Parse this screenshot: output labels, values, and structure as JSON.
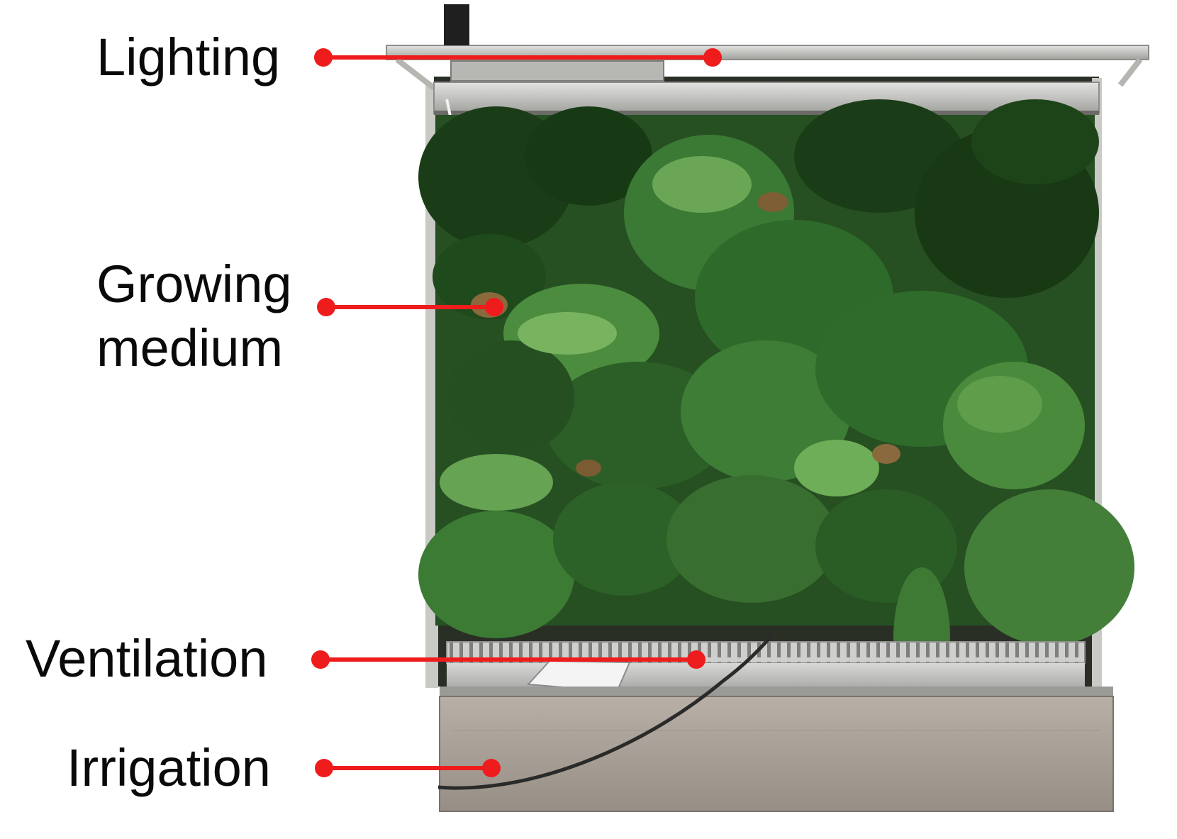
{
  "labels": {
    "lighting": "Lighting",
    "growing_line1": "Growing",
    "growing_line2": "medium",
    "ventilation": "Ventilation",
    "irrigation": "Irrigation"
  },
  "colors": {
    "callout": "#ee1c1c",
    "frame": "#c4c4c2",
    "planter": "#a79f96",
    "foliage_dark": "#1a3d17",
    "foliage_mid": "#2e6b2a",
    "foliage_light": "#5f9d4a"
  }
}
